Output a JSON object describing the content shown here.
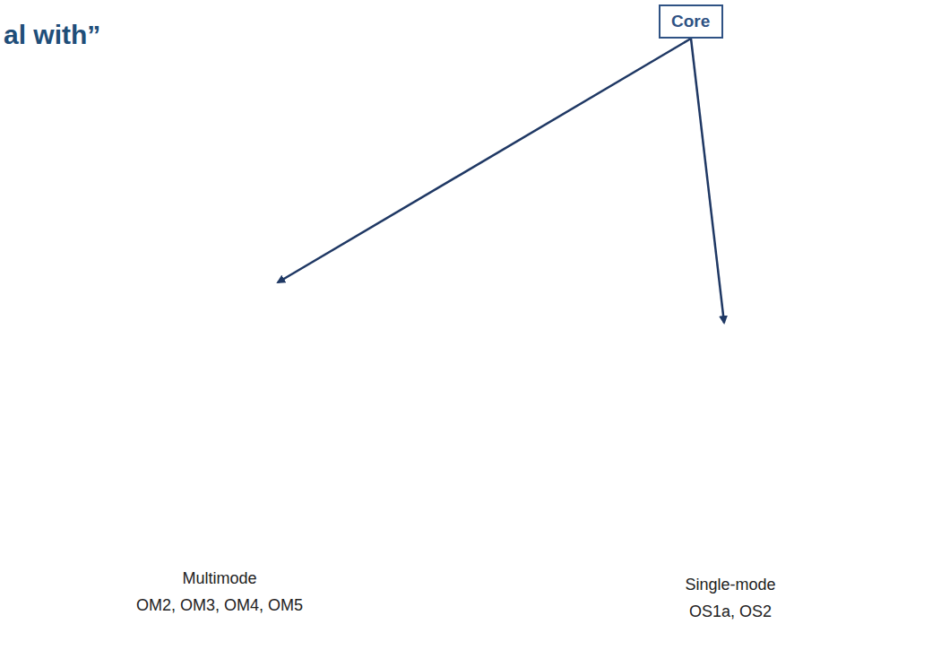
{
  "diagram": {
    "title": "al with”",
    "nodes": [
      {
        "text": [
          "Core"
        ]
      },
      {
        "text": [
          "Multimode",
          "OM2, OM3, OM4, OM5"
        ]
      },
      {
        "text": [
          "Single-mode",
          "OS1a, OS2"
        ]
      }
    ],
    "edges": [
      {
        "from": 0,
        "to": 1,
        "arrow": "to"
      },
      {
        "from": 0,
        "to": 2,
        "arrow": "to"
      }
    ]
  }
}
